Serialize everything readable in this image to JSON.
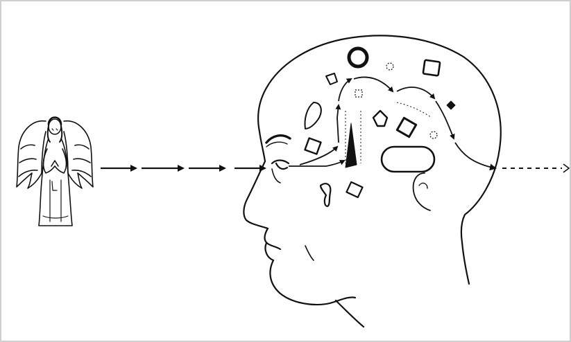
{
  "figure": {
    "kind": "illustration",
    "subjects": [
      "angel-figure",
      "human-head-profile"
    ],
    "flow_shapes": [
      "ring",
      "small-square",
      "square",
      "diamond",
      "leaf",
      "rounded-rectangle"
    ]
  },
  "colors": {
    "background": "#ffffff",
    "ink": "#111111",
    "frame": "#cfcfcf"
  }
}
